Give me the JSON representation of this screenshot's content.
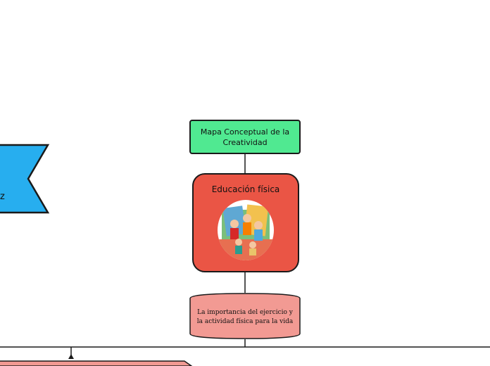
{
  "diagram": {
    "root": {
      "label": "Mapa Conceptual de la Creatividad"
    },
    "topic": {
      "label": "Educación física",
      "image": "people-exercising-photo"
    },
    "subtopic": {
      "label": "La importancia del ejercicio y la actividad física para la vida"
    },
    "side_node": {
      "visible_text": "z",
      "shape": "flag-banner"
    },
    "colors": {
      "root_fill": "#50e991",
      "topic_fill": "#ea5545",
      "subtopic_fill": "#f29a93",
      "side_fill": "#27aeef",
      "bottom_fill": "#f29a93",
      "outline": "#1a1a1a"
    }
  }
}
